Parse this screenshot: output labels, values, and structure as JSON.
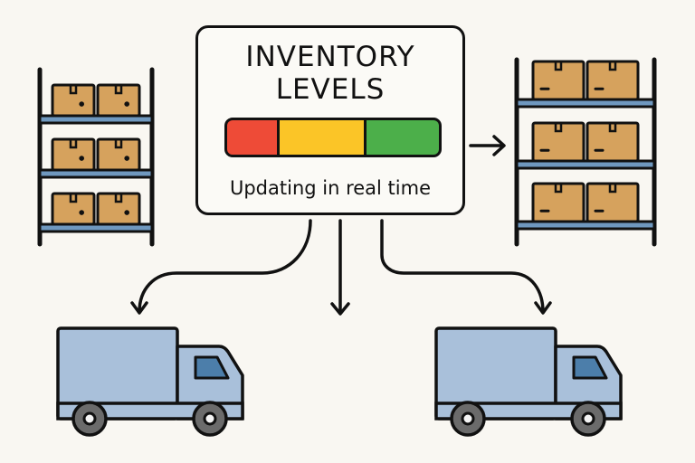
{
  "panel": {
    "title_line1": "INVENTORY",
    "title_line2": "LEVELS",
    "subtitle": "Updating in real time",
    "level_segments": [
      {
        "name": "low",
        "color": "#ee4b37",
        "fraction": 0.24
      },
      {
        "name": "medium",
        "color": "#fbc527",
        "fraction": 0.41
      },
      {
        "name": "high",
        "color": "#4caf4a",
        "fraction": 0.35
      }
    ]
  },
  "colors": {
    "box": "#d6a25d",
    "shelf": "#6f98bf",
    "truck_body": "#a9c0da",
    "truck_window": "#4c7eaa",
    "wheel": "#6b6b6b",
    "outline": "#111111"
  },
  "icons": {
    "left_shelf": "warehouse-shelf-icon",
    "right_shelf": "warehouse-shelf-icon",
    "left_truck": "delivery-truck-icon",
    "right_truck": "delivery-truck-icon",
    "arrows": "arrow-icon"
  }
}
